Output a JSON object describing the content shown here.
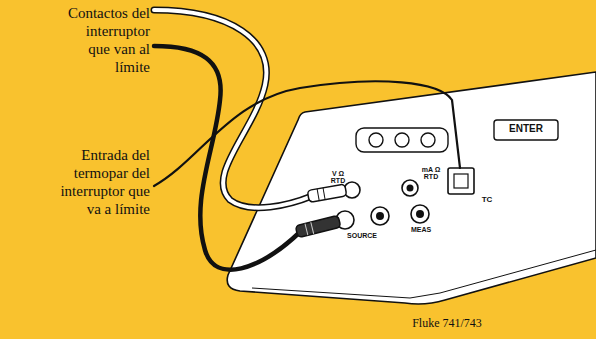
{
  "diagram": {
    "labels": [
      "Contactos del interruptor que van al límite",
      "Entrada del termopar del interruptor que va a límite",
      "Fluke 741/743",
      "ENTER",
      "V Ω RTD",
      "mA Ω RTD",
      "SOURCE",
      "MEAS",
      "TC"
    ]
  }
}
